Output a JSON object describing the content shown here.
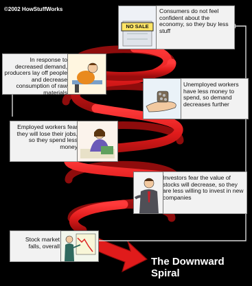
{
  "copyright": "©2002 HowStuffWorks",
  "title": {
    "line1": "The Downward",
    "line2": "Spiral"
  },
  "sign_text": "NO SALE",
  "steps": [
    {
      "text": "Consumers do not feel confident about the economy, so they buy less stuff"
    },
    {
      "text": "In response to decreased demand, producers lay off people and decrease consumption of raw materials"
    },
    {
      "text": "Unemployed workers have less money to spend, so demand decreases further"
    },
    {
      "text": "Employed workers fear they will lose their jobs, so they spend less money"
    },
    {
      "text": "Investors fear the value of stocks will decrease, so they are less willing to invest in new companies"
    },
    {
      "text": "Stock market falls, overall"
    }
  ],
  "colors": {
    "background": "#000000",
    "spiral_red": "#e01b1b",
    "spiral_dark": "#8e0c0c",
    "card": "#f2f2f2",
    "connector": "#d9d9d9"
  }
}
